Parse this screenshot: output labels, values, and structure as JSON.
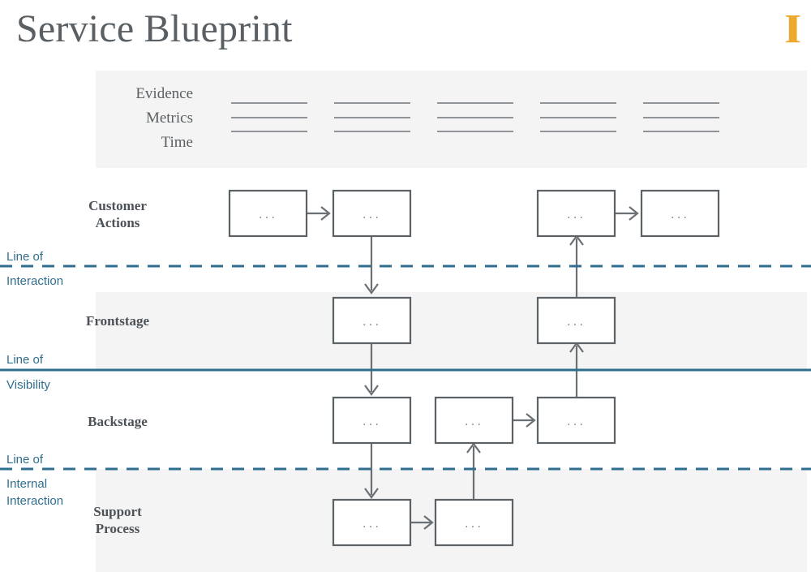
{
  "header": {
    "title": "Service Blueprint",
    "logo_glyphs": "][",
    "logo_color": "#eda92e",
    "title_color": "#5a5f63"
  },
  "theme": {
    "band_fill": "#f4f4f4",
    "box_stroke": "#5c6166",
    "box_fill": "#ffffff",
    "connector": "#6b7074",
    "line_teal": "#2f6e8f",
    "dot_color": "#8a8f94",
    "evidence_line": "#6e7378"
  },
  "evidence_panel": {
    "labels": [
      "Evidence",
      "Metrics",
      "Time"
    ],
    "line_groups": 5,
    "lines_per_group": 3
  },
  "rows": [
    {
      "id": "customer-actions",
      "label_lines": [
        "Customer",
        "Actions"
      ],
      "shaded": false
    },
    {
      "id": "frontstage",
      "label_lines": [
        "Frontstage"
      ],
      "shaded": true
    },
    {
      "id": "backstage",
      "label_lines": [
        "Backstage"
      ],
      "shaded": false
    },
    {
      "id": "support-process",
      "label_lines": [
        "Support",
        "Process"
      ],
      "shaded": true
    }
  ],
  "separators": [
    {
      "id": "line-of-interaction",
      "style": "dashed",
      "label_lines": [
        "Line of",
        "Interaction"
      ]
    },
    {
      "id": "line-of-visibility",
      "style": "solid",
      "label_lines": [
        "Line of",
        "Visibility"
      ]
    },
    {
      "id": "line-of-internal-interaction",
      "style": "dashed",
      "label_lines": [
        "Line of",
        "Internal",
        "Interaction"
      ]
    }
  ],
  "boxes": {
    "placeholder_text": "...",
    "customer_actions": [
      "...",
      "...",
      "...",
      "..."
    ],
    "frontstage": [
      "...",
      "..."
    ],
    "backstage": [
      "...",
      "...",
      "..."
    ],
    "support_process": [
      "...",
      "..."
    ]
  }
}
